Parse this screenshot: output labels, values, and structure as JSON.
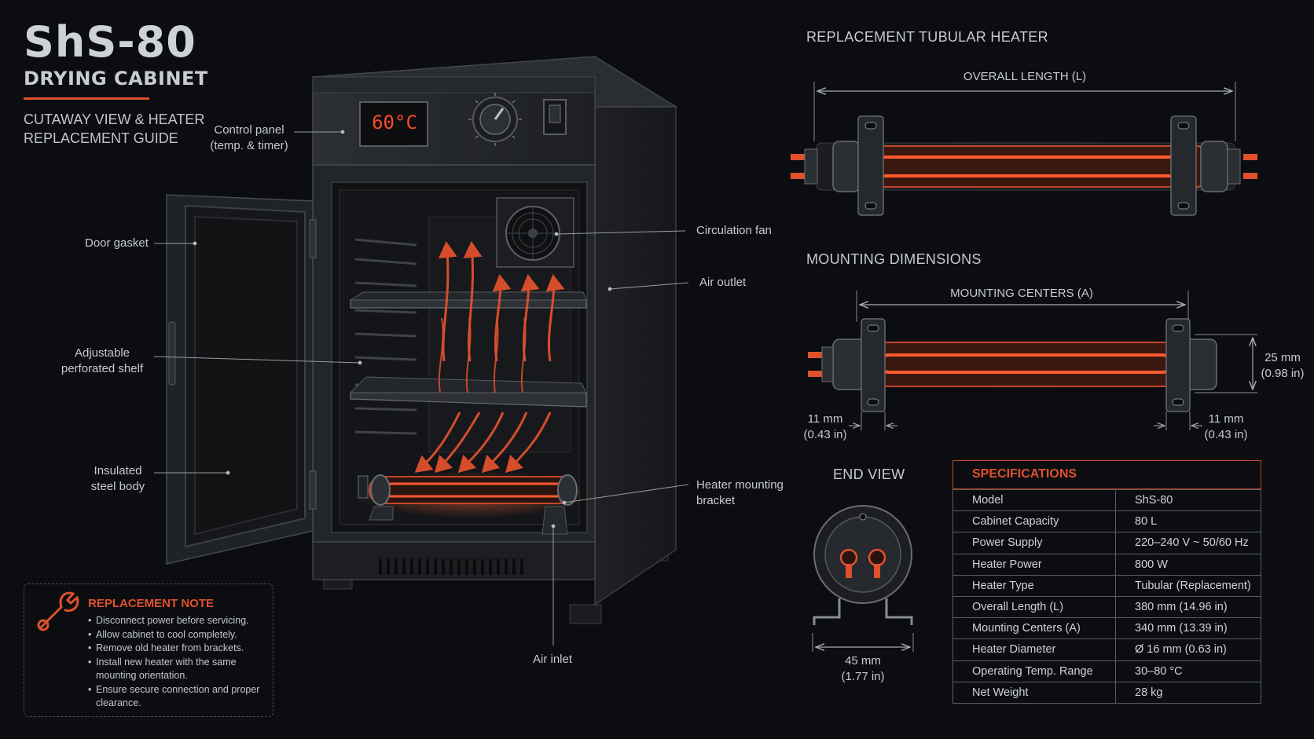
{
  "colors": {
    "accent": "#e0502d",
    "heater_glow": "#ff5a2e",
    "line": "#9a9da0",
    "metal": "#2a2d31"
  },
  "header": {
    "title": "ShS-80",
    "subtitle": "DRYING CABINET",
    "guide_line1": "CUTAWAY VIEW & HEATER",
    "guide_line2": "REPLACEMENT GUIDE"
  },
  "display": {
    "temperature": "60°C"
  },
  "callouts": {
    "control_panel_1": "Control panel",
    "control_panel_2": "(temp. & timer)",
    "door_gasket": "Door gasket",
    "shelf_1": "Adjustable",
    "shelf_2": "perforated shelf",
    "body_1": "Insulated",
    "body_2": "steel body",
    "fan": "Circulation fan",
    "outlet": "Air outlet",
    "bracket_1": "Heater mounting",
    "bracket_2": "bracket",
    "inlet": "Air inlet"
  },
  "note": {
    "title": "REPLACEMENT NOTE",
    "items": [
      "Disconnect power before servicing.",
      "Allow cabinet to cool completely.",
      "Remove old heater from brackets.",
      "Install new heater with the same mounting orientation.",
      "Ensure secure connection and proper clearance."
    ]
  },
  "heater": {
    "title": "REPLACEMENT TUBULAR HEATER",
    "overall_label": "OVERALL LENGTH (L)"
  },
  "mounting": {
    "title": "MOUNTING DIMENSIONS",
    "centers_label": "MOUNTING CENTERS (A)",
    "left_offset_1": "11 mm",
    "left_offset_2": "(0.43 in)",
    "right_offset_1": "11 mm",
    "right_offset_2": "(0.43 in)",
    "height_1": "25 mm",
    "height_2": "(0.98 in)"
  },
  "end_view": {
    "title": "END VIEW",
    "width_1": "45 mm",
    "width_2": "(1.77 in)"
  },
  "specs": {
    "title": "SPECIFICATIONS",
    "rows": [
      [
        "Model",
        "ShS-80"
      ],
      [
        "Cabinet Capacity",
        "80 L"
      ],
      [
        "Power Supply",
        "220–240 V ~ 50/60 Hz"
      ],
      [
        "Heater Power",
        "800 W"
      ],
      [
        "Heater Type",
        "Tubular (Replacement)"
      ],
      [
        "Overall Length (L)",
        "380 mm (14.96 in)"
      ],
      [
        "Mounting Centers (A)",
        "340 mm (13.39 in)"
      ],
      [
        "Heater Diameter",
        "Ø 16 mm (0.63 in)"
      ],
      [
        "Operating Temp. Range",
        "30–80 °C"
      ],
      [
        "Net Weight",
        "28 kg"
      ]
    ]
  }
}
